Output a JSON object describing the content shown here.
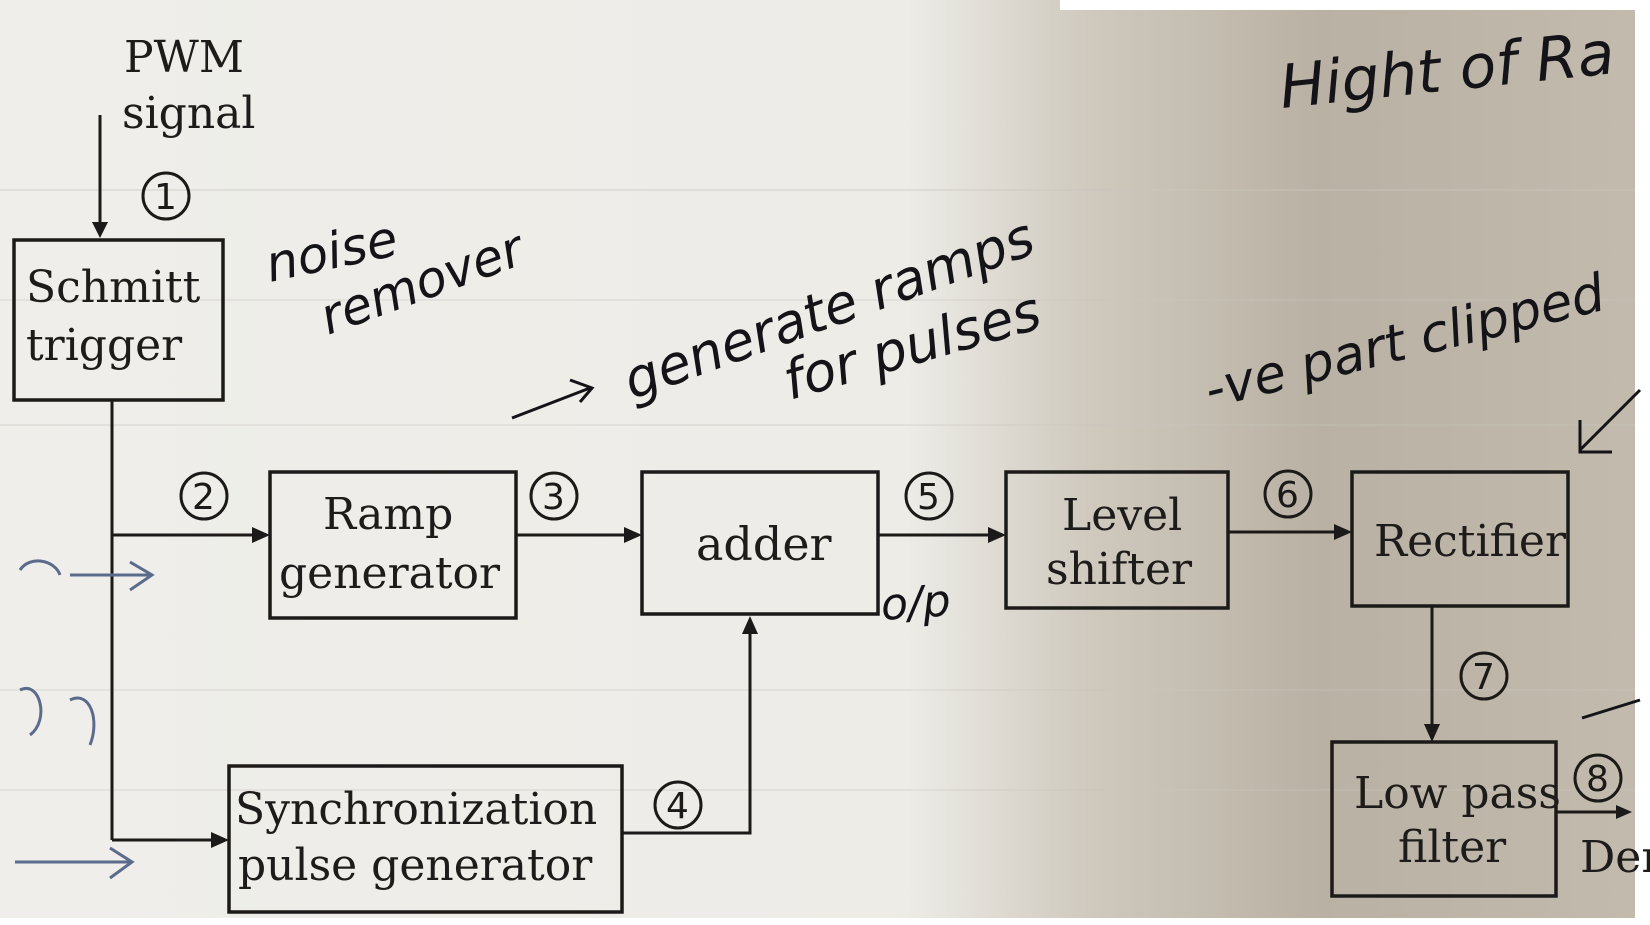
{
  "input": {
    "label_line1": "PWM",
    "label_line2": "signal"
  },
  "blocks": {
    "schmitt_line1": "Schmitt",
    "schmitt_line2": "trigger",
    "ramp_line1": "Ramp",
    "ramp_line2": "generator",
    "adder": "adder",
    "level_line1": "Level",
    "level_line2": "shifter",
    "rectifier": "Rectifier",
    "sync_line1": "Synchronization",
    "sync_line2": "pulse generator",
    "lpf_line1": "Low pass",
    "lpf_line2": "filter"
  },
  "output_label": "Der",
  "node_numbers": [
    "1",
    "2",
    "3",
    "4",
    "5",
    "6",
    "7",
    "8"
  ],
  "handwritten": {
    "noise_line1": "noise",
    "noise_line2": "remover",
    "gen_line1": "generate ramps",
    "gen_line2": "for pulses",
    "ve_part": "-ve part clipped",
    "height": "Hight of Ra",
    "op": "o/p"
  },
  "colors": {
    "ink": "#1c1a18",
    "paper": "#efeeea"
  }
}
